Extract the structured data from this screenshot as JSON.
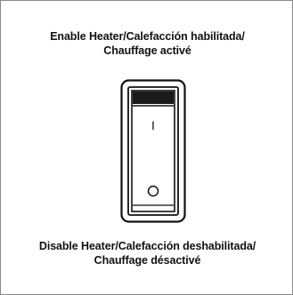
{
  "diagram": {
    "enable_caption": {
      "line1": "Enable Heater/Calefacción habilitada/",
      "line2": "Chauffage activé"
    },
    "disable_caption": {
      "line1": "Disable Heater/Calefacción deshabilitada/",
      "line2": "Chauffage désactivé"
    },
    "switch": {
      "on_symbol": "I",
      "off_symbol": "O"
    }
  }
}
